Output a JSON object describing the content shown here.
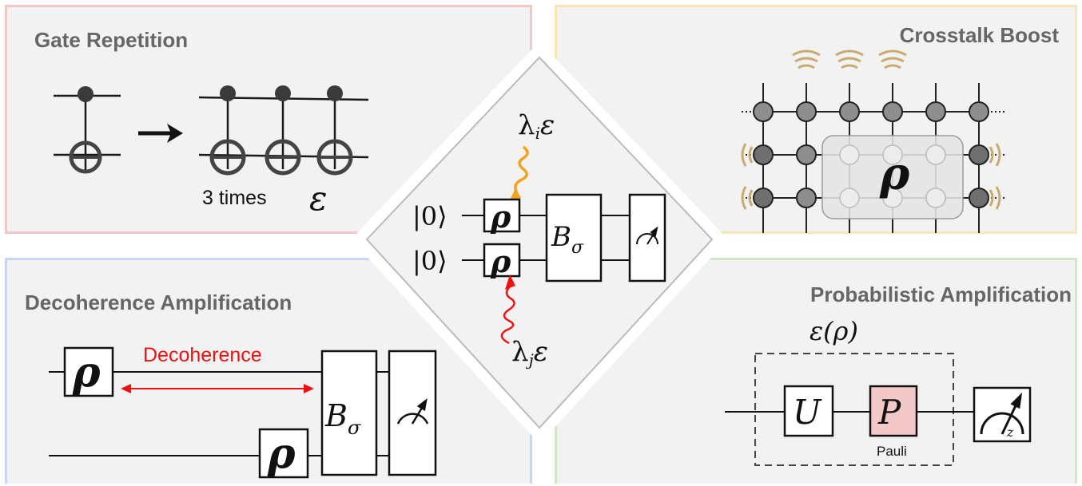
{
  "colors": {
    "gate_repetition_border": "#f2c7c7",
    "crosstalk_boost_border": "#f7e7b4",
    "decoherence_border": "#c7d7f2",
    "probabilistic_border": "#d2e6c8",
    "panel_fill": "#f2f2f2",
    "red_accent": "#ee1111",
    "orange_wave": "#f5a21a",
    "pauli_fill": "#f2c8c8",
    "antenna_gold": "#c8ab6e"
  },
  "gate_repetition": {
    "title": "Gate Repetition",
    "times_label": "3 times",
    "epsilon": "ε"
  },
  "crosstalk_boost": {
    "title": "Crosstalk Boost",
    "rho": "ρ"
  },
  "decoherence_amplification": {
    "title": "Decoherence Amplification",
    "arrow_label": "Decoherence",
    "rho": "ρ",
    "b_sigma": "B",
    "b_sigma_sub": "σ",
    "meter_icon": "measurement-meter-icon"
  },
  "probabilistic_amplification": {
    "title": "Probabilistic Amplification",
    "channel_label": "ε(ρ)",
    "u_gate": "U",
    "p_gate": "P",
    "pauli_label": "Pauli",
    "z_label": "z",
    "meter_icon": "z-measurement-meter-icon"
  },
  "center": {
    "lambda_i": "λ",
    "lambda_i_sub": "i",
    "lambda_i_eps": "ε",
    "lambda_j": "λ",
    "lambda_j_sub": "j",
    "lambda_j_eps": "ε",
    "ket_top": "|0⟩",
    "ket_bottom": "|0⟩",
    "rho_top": "ρ",
    "rho_bottom": "ρ",
    "b_sigma": "B",
    "b_sigma_sub": "σ"
  }
}
